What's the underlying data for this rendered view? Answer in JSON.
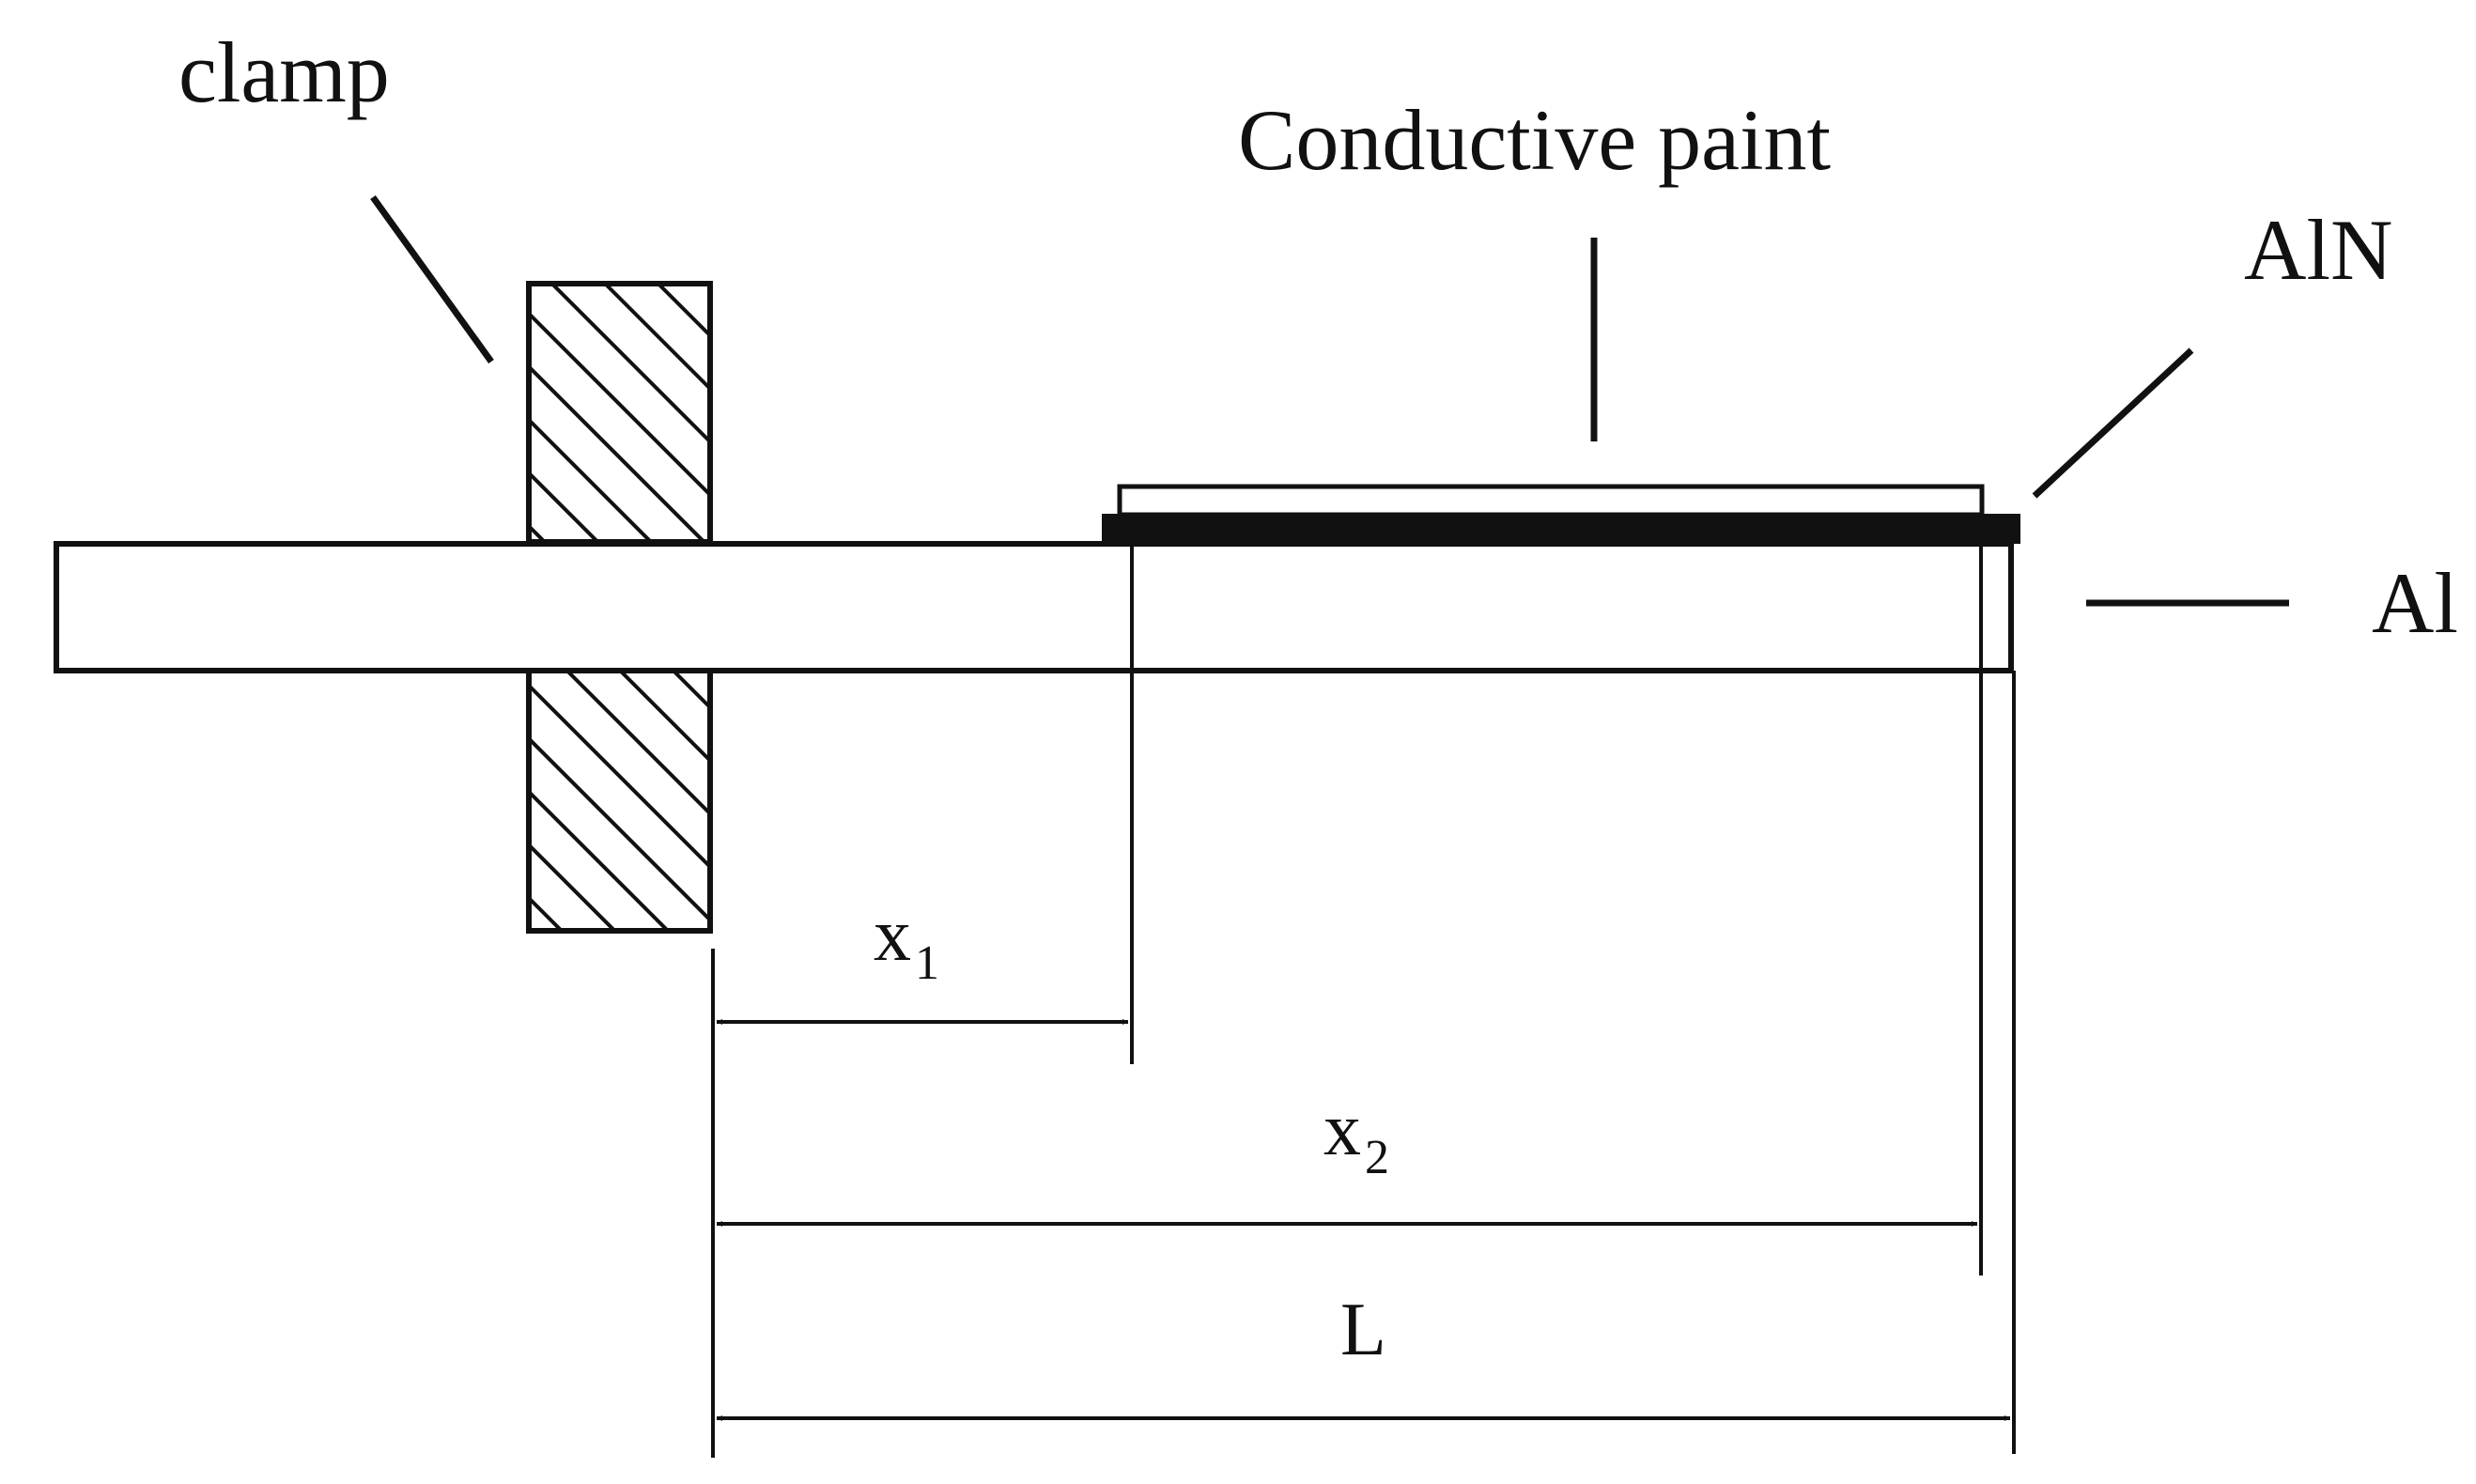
{
  "labels": {
    "clamp": "clamp",
    "conductive_paint": "Conductive paint",
    "aln": "AlN",
    "al": "Al",
    "x1_base": "x",
    "x1_sub": "1",
    "x2_base": "x",
    "x2_sub": "2",
    "length": "L"
  },
  "colors": {
    "stroke": "#111111",
    "background": "#ffffff"
  }
}
